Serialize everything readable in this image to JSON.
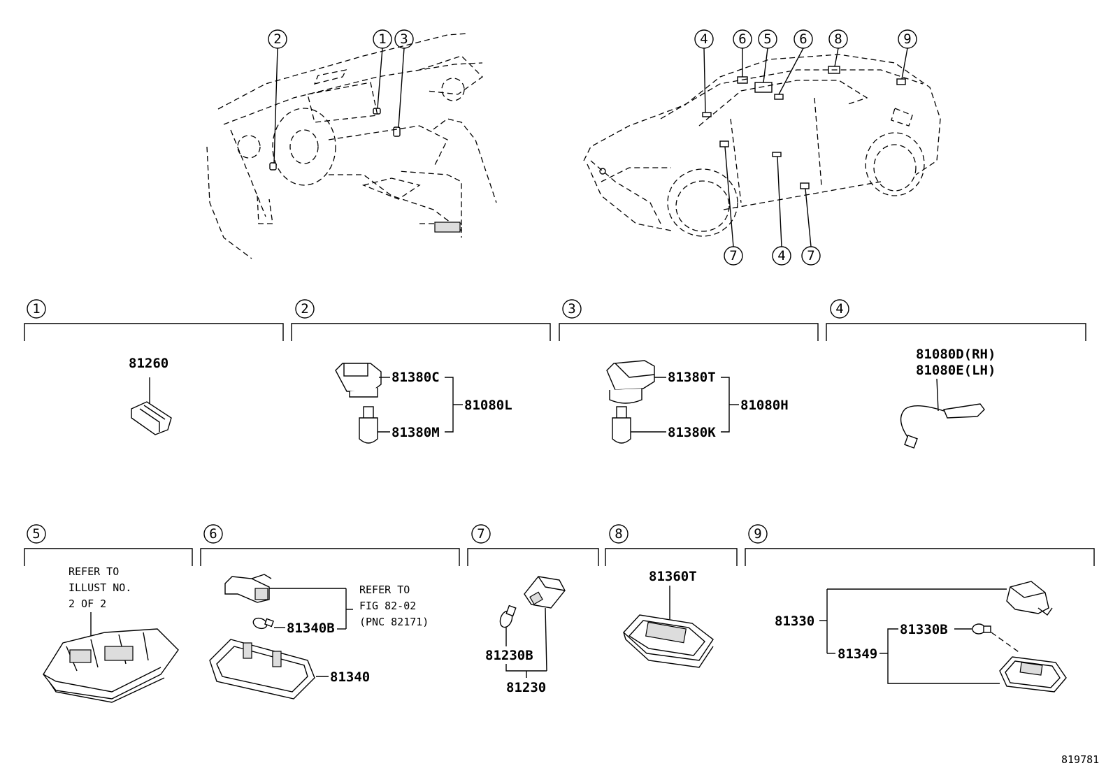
{
  "callouts": [
    "1",
    "2",
    "3",
    "4",
    "5",
    "6",
    "7",
    "8",
    "9"
  ],
  "parts": {
    "p81260": "81260",
    "p81380C": "81380C",
    "p81380M": "81380M",
    "p81080L": "81080L",
    "p81380T": "81380T",
    "p81380K": "81380K",
    "p81080H": "81080H",
    "p81080D": "81080D(RH)",
    "p81080E": "81080E(LH)",
    "p81340B": "81340B",
    "p81340": "81340",
    "p81230B": "81230B",
    "p81230": "81230",
    "p81360T": "81360T",
    "p81330": "81330",
    "p81349": "81349",
    "p81330B": "81330B"
  },
  "notes": {
    "s5_line1": "REFER TO",
    "s5_line2": "ILLUST NO.",
    "s5_line3": "2 OF 2",
    "s6_line1": "REFER TO",
    "s6_line2": "FIG 82-02",
    "s6_line3": "(PNC 82171)"
  },
  "figure_id": "819781"
}
